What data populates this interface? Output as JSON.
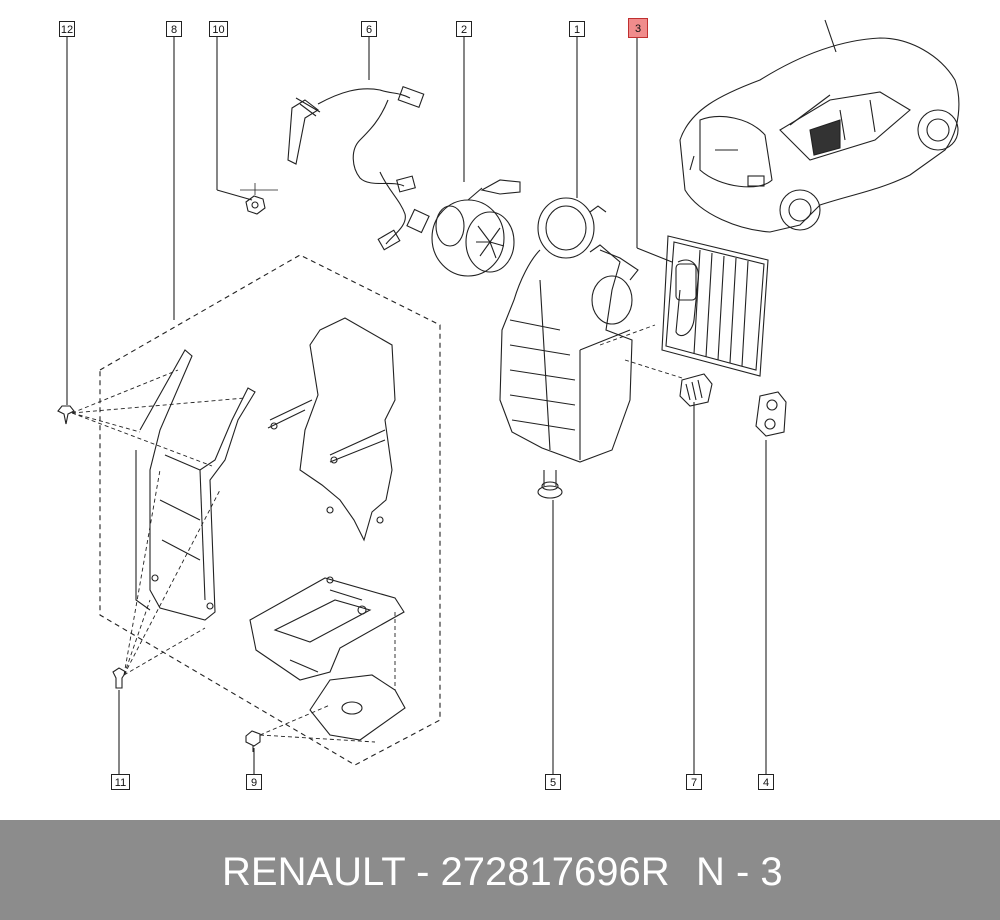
{
  "callouts": [
    "12",
    "8",
    "10",
    "6",
    "2",
    "1",
    "3",
    "11",
    "9",
    "5",
    "7",
    "4"
  ],
  "highlight_color": "#f08c8c",
  "footer": {
    "part_text": "RENAULT - 272817696R",
    "ref_text": "N - 3",
    "background": "#8c8c8c"
  }
}
